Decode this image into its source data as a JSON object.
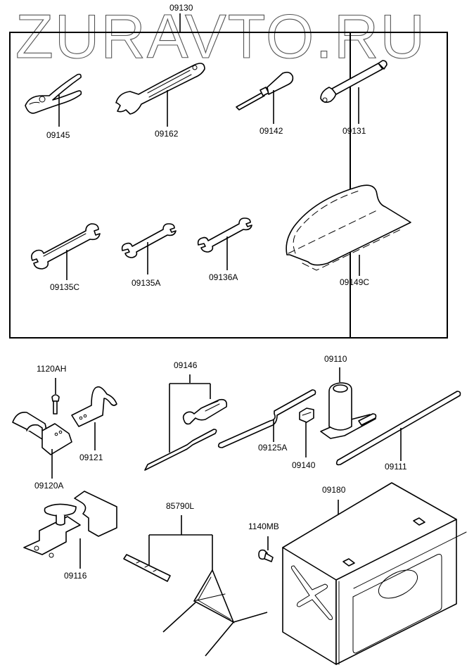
{
  "watermark": "ZURAVTO.RU",
  "assembly_label": "09130",
  "kit_parts": [
    {
      "id": "pliers",
      "label": "09145",
      "name": "Pliers"
    },
    {
      "id": "adjustable-wrench",
      "label": "09162",
      "name": "Adjustable wrench"
    },
    {
      "id": "screwdriver",
      "label": "09142",
      "name": "Screwdriver"
    },
    {
      "id": "socket-wrench",
      "label": "09131",
      "name": "Socket wrench"
    },
    {
      "id": "spanner-large",
      "label": "09135C",
      "name": "Spanner"
    },
    {
      "id": "spanner-medium",
      "label": "09135A",
      "name": "Spanner"
    },
    {
      "id": "spanner-small",
      "label": "09136A",
      "name": "Spanner"
    },
    {
      "id": "tool-bag",
      "label": "09149C",
      "name": "Tool bag"
    }
  ],
  "loose_parts": [
    {
      "id": "bolt",
      "label": "1120AH",
      "name": "Bolt"
    },
    {
      "id": "bracket-jack",
      "label": "09120A",
      "name": "Jack bracket"
    },
    {
      "id": "bracket-clamp",
      "label": "09121",
      "name": "Clamp"
    },
    {
      "id": "screwdriver-set",
      "label": "09146",
      "name": "Screwdriver set"
    },
    {
      "id": "jack-handle-ext",
      "label": "09125A",
      "name": "Jack handle extension"
    },
    {
      "id": "clip",
      "label": "09140",
      "name": "Clip"
    },
    {
      "id": "jack",
      "label": "09110",
      "name": "Jack"
    },
    {
      "id": "jack-handle",
      "label": "09111",
      "name": "Jack handle"
    },
    {
      "id": "jack-holder",
      "label": "09116",
      "name": "Jack holder"
    },
    {
      "id": "warning-triangle",
      "label": "85790L",
      "name": "Warning triangle"
    },
    {
      "id": "screw",
      "label": "1140MB",
      "name": "Screw"
    },
    {
      "id": "tool-case",
      "label": "09180",
      "name": "Tool case"
    }
  ]
}
